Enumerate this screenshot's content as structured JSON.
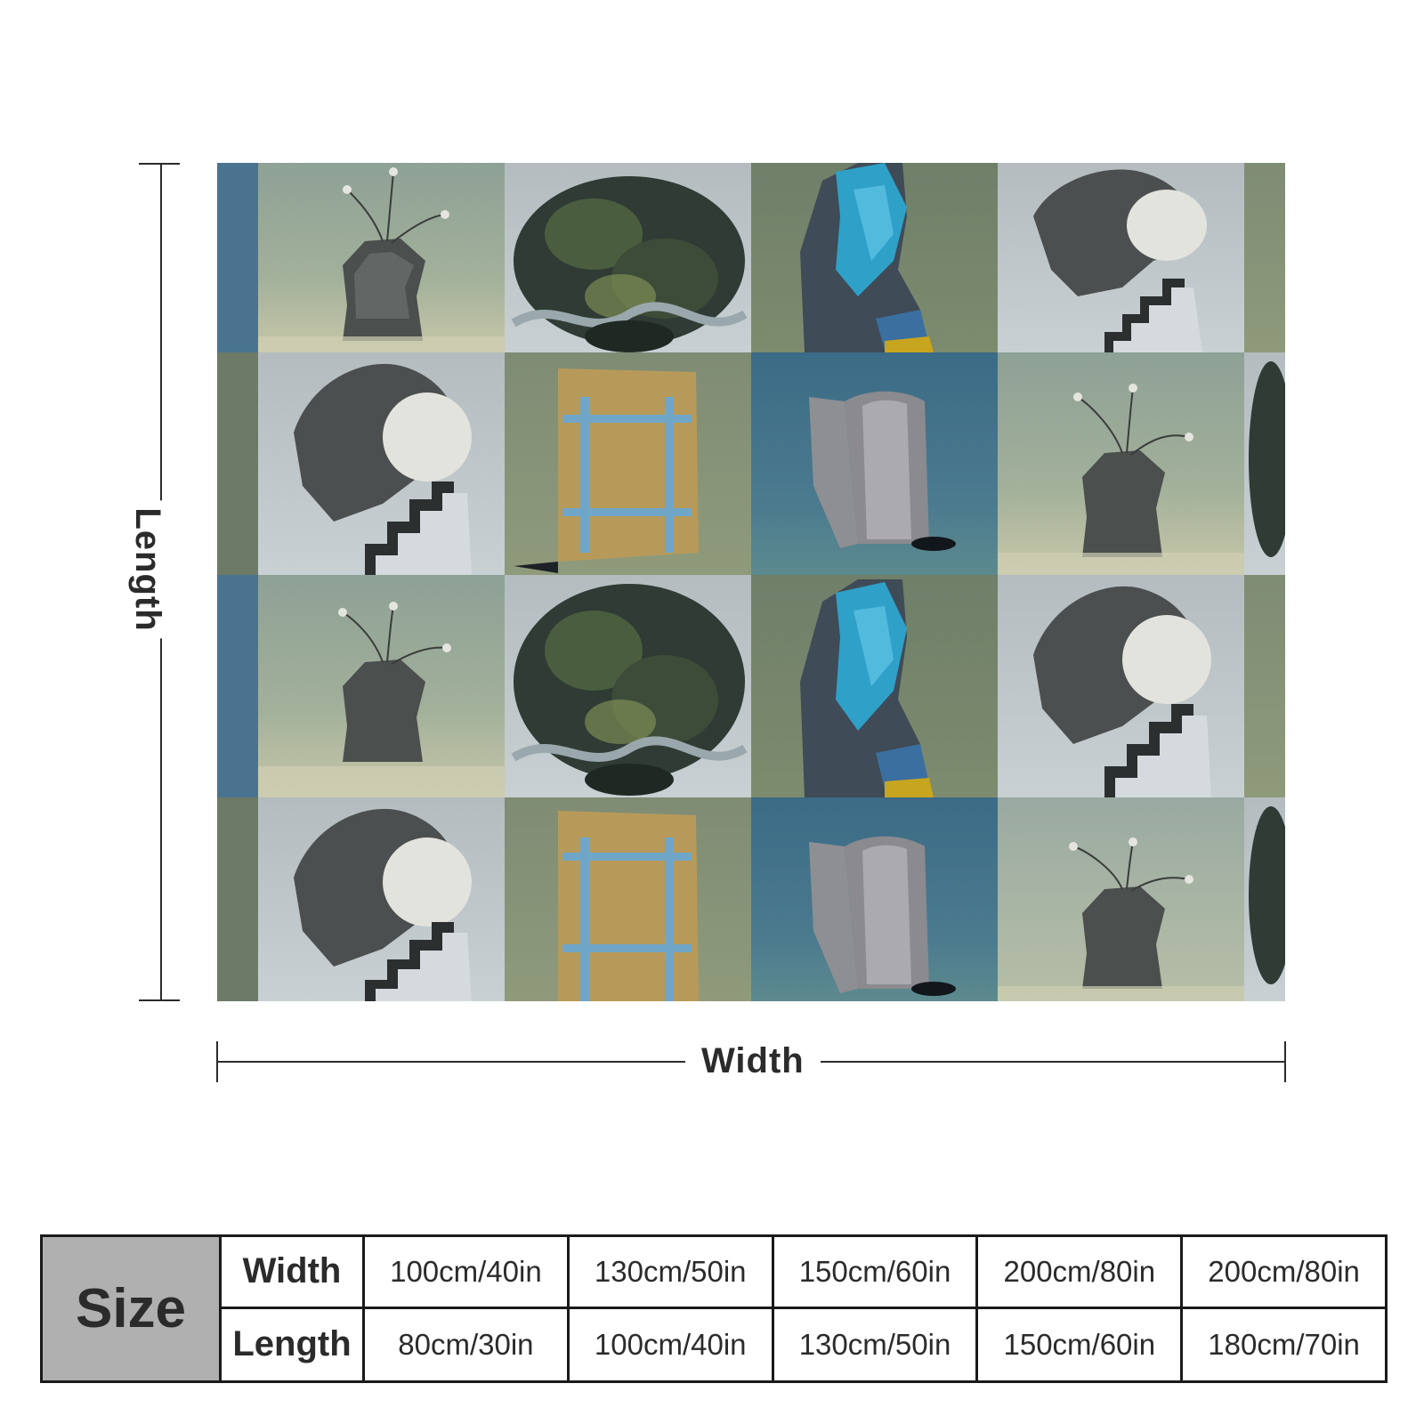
{
  "dimensions": {
    "length_label": "Length",
    "width_label": "Width"
  },
  "size_table": {
    "header": "Size",
    "rows": [
      {
        "label": "Width",
        "values": [
          "100cm/40in",
          "130cm/50in",
          "150cm/60in",
          "200cm/80in",
          "200cm/80in"
        ]
      },
      {
        "label": "Length",
        "values": [
          "80cm/30in",
          "100cm/40in",
          "130cm/50in",
          "150cm/60in",
          "180cm/70in"
        ]
      }
    ]
  },
  "colors": {
    "border": "#1a1a1a",
    "header_fill": "#b0b0b0",
    "text": "#2b2b2b"
  }
}
